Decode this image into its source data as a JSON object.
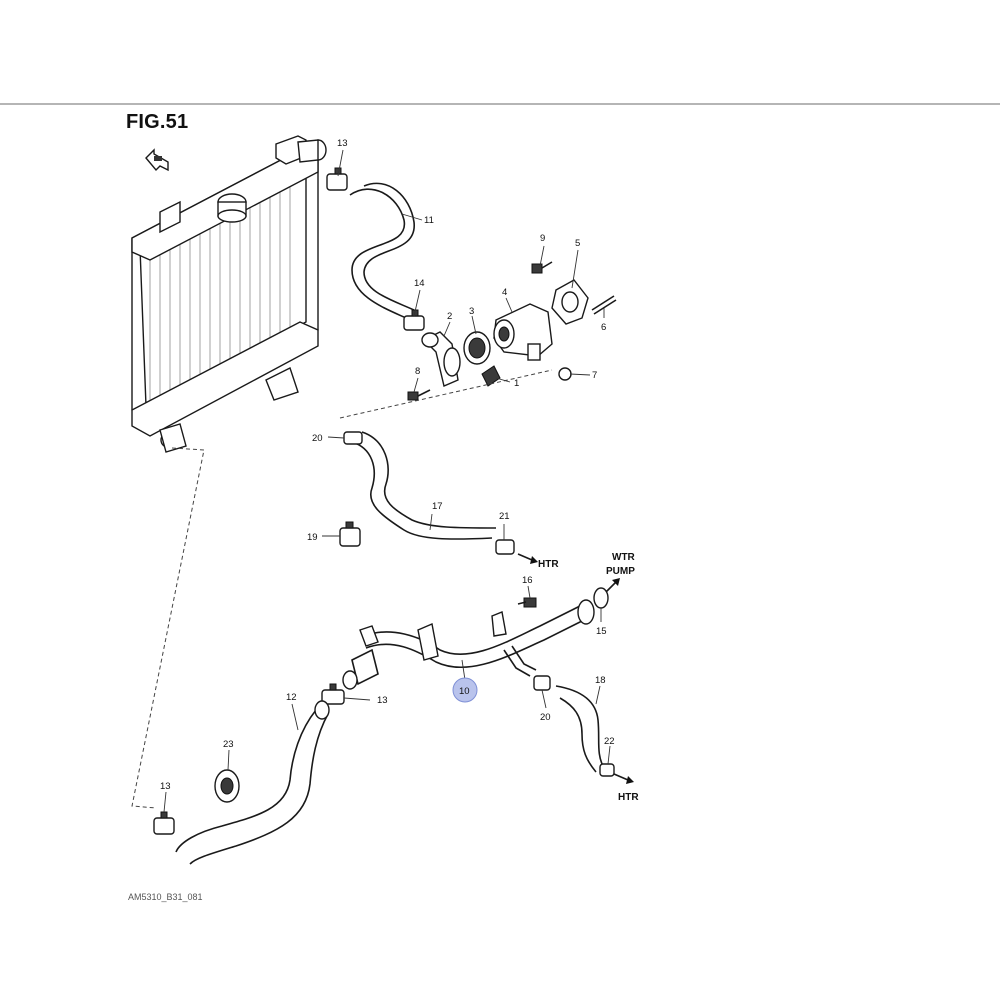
{
  "figure": {
    "title": "FIG.51"
  },
  "labels": {
    "wtr_pump_1": "WTR",
    "wtr_pump_2": "PUMP",
    "htr_upper": "HTR",
    "htr_lower": "HTR"
  },
  "callouts": {
    "c1": "1",
    "c2": "2",
    "c3": "3",
    "c4": "4",
    "c5": "5",
    "c6": "6",
    "c7": "7",
    "c8": "8",
    "c9": "9",
    "c10": "10",
    "c11": "11",
    "c12": "12",
    "c13_top": "13",
    "c13_mid": "13",
    "c13_low": "13",
    "c14": "14",
    "c15": "15",
    "c16": "16",
    "c17": "17",
    "c18": "18",
    "c19": "19",
    "c20_top": "20",
    "c20_low": "20",
    "c21": "21",
    "c22": "22",
    "c23": "23"
  },
  "highlight": {
    "part": "10",
    "color": "#b9c3ec"
  },
  "footer": {
    "code": "AM5310_B31_081"
  }
}
